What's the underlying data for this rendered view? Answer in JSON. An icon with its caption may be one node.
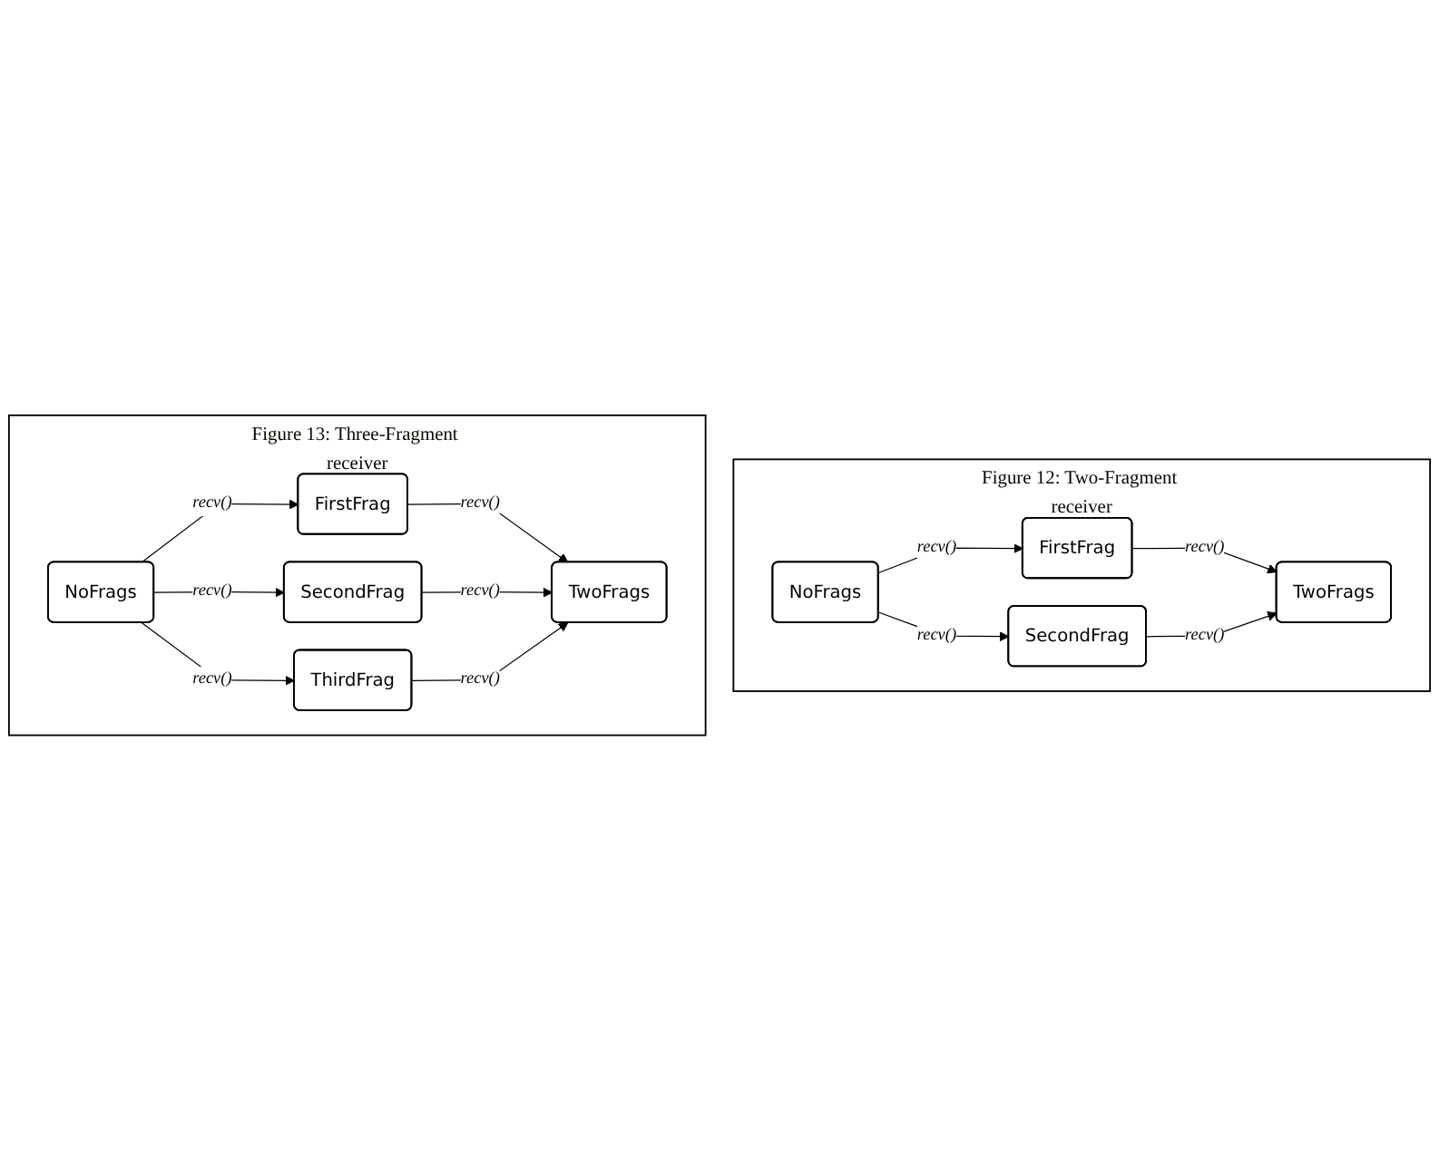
{
  "diagram": {
    "nodes": [
      {
        "text": [
          "Figure 12: Two-Fragment receiver"
        ]
      },
      {
        "text": [
          "NoFrags"
        ],
        "in": 0
      },
      {
        "text": [
          "FirstFrag"
        ],
        "in": 0
      },
      {
        "text": [
          "SecondFrag"
        ],
        "in": 0
      },
      {
        "text": [
          "TwoFrags"
        ],
        "in": 0
      },
      {
        "text": [
          "Figure 13: Three-Fragment receiver"
        ]
      },
      {
        "text": [
          "NoFrags"
        ],
        "in": 5
      },
      {
        "text": [
          "FirstFrag"
        ],
        "in": 5
      },
      {
        "text": [
          "SecondFrag"
        ],
        "in": 5
      },
      {
        "text": [
          "ThirdFrag"
        ],
        "in": 5
      },
      {
        "text": [
          "TwoFrags"
        ],
        "in": 5
      }
    ],
    "edges": [
      {
        "from": 1,
        "to": 2,
        "arrow": "to",
        "label": "recv()"
      },
      {
        "from": 1,
        "to": 3,
        "arrow": "to",
        "label": "recv()"
      },
      {
        "from": 2,
        "to": 4,
        "arrow": "to",
        "label": "recv()"
      },
      {
        "from": 3,
        "to": 4,
        "arrow": "to",
        "label": "recv()"
      },
      {
        "from": 6,
        "to": 7,
        "arrow": "to",
        "label": "recv()"
      },
      {
        "from": 6,
        "to": 8,
        "arrow": "to",
        "label": "recv()"
      },
      {
        "from": 6,
        "to": 9,
        "arrow": "to",
        "label": "recv()"
      },
      {
        "from": 7,
        "to": 10,
        "arrow": "to",
        "label": "recv()"
      },
      {
        "from": 8,
        "to": 10,
        "arrow": "to",
        "label": "recv()"
      },
      {
        "from": 9,
        "to": 10,
        "arrow": "to",
        "label": "recv()"
      }
    ]
  }
}
